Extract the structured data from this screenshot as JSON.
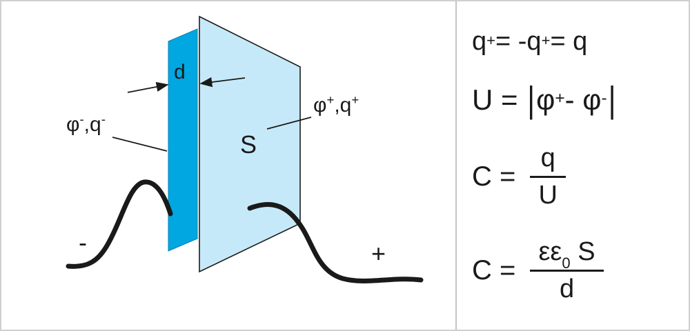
{
  "diagram": {
    "d_label": "d",
    "left_plate_label": {
      "phi": "φ",
      "phi_sup": "-",
      "comma_q": ",q",
      "q_sup": "-"
    },
    "right_plate_label": {
      "phi": "φ",
      "phi_sup": "+",
      "comma_q": ",q",
      "q_sup": "+"
    },
    "area_label": "S",
    "minus_terminal": "-",
    "plus_terminal": "+"
  },
  "formulas": {
    "charge_eq": {
      "q1": "q",
      "q1_sup": "+",
      "mid": "= -q",
      "q2_sup": "+",
      "tail": "= q"
    },
    "voltage_eq": {
      "lhs": "U = ",
      "bar_open": "|",
      "phi1": "φ",
      "phi1_sup": "+",
      "mid": "- φ",
      "phi2_sup": "-",
      "bar_close": "|"
    },
    "cap_eq1": {
      "lhs": "C = ",
      "num": "q",
      "den": "U"
    },
    "cap_eq2": {
      "lhs": "C = ",
      "num_eps": "εε",
      "num_sub": "0",
      "num_s": " S",
      "den": "d"
    }
  },
  "colors": {
    "dark_plate": "#00a7e1",
    "light_plate": "#c6e9fa",
    "outline": "#1a1a1a"
  }
}
